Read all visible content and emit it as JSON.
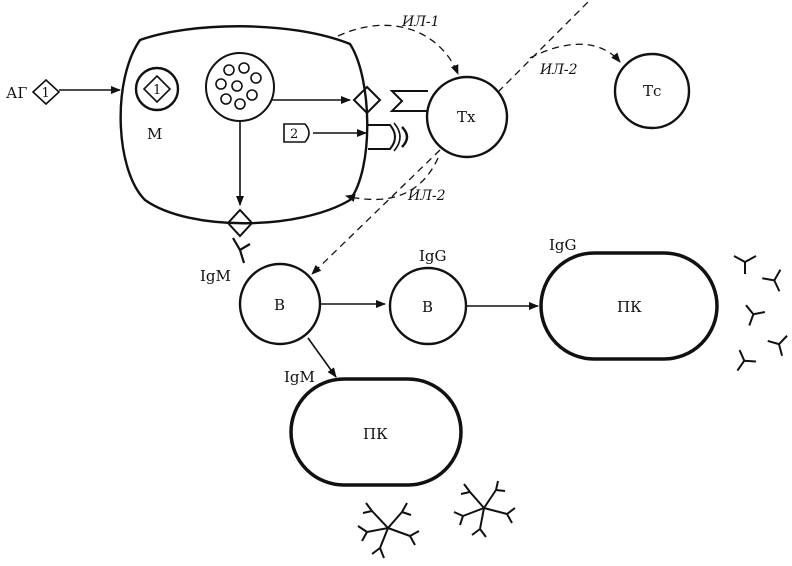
{
  "labels": {
    "antigen": "АГ",
    "antigen_num": "1",
    "macrophage": "М",
    "macrophage_num": "1",
    "mhc_num": "2",
    "th": "Тх",
    "tc": "Тс",
    "il1": "ИЛ-1",
    "il2_upper": "ИЛ-2",
    "il2_lower": "ИЛ-2",
    "igm_receptor": "IgM",
    "b_cell_1": "В",
    "b_cell_2": "В",
    "igg_b": "IgG",
    "igg_pk": "IgG",
    "pk_igg": "ПК",
    "igm_pk": "IgM",
    "pk_igm": "ПК"
  }
}
